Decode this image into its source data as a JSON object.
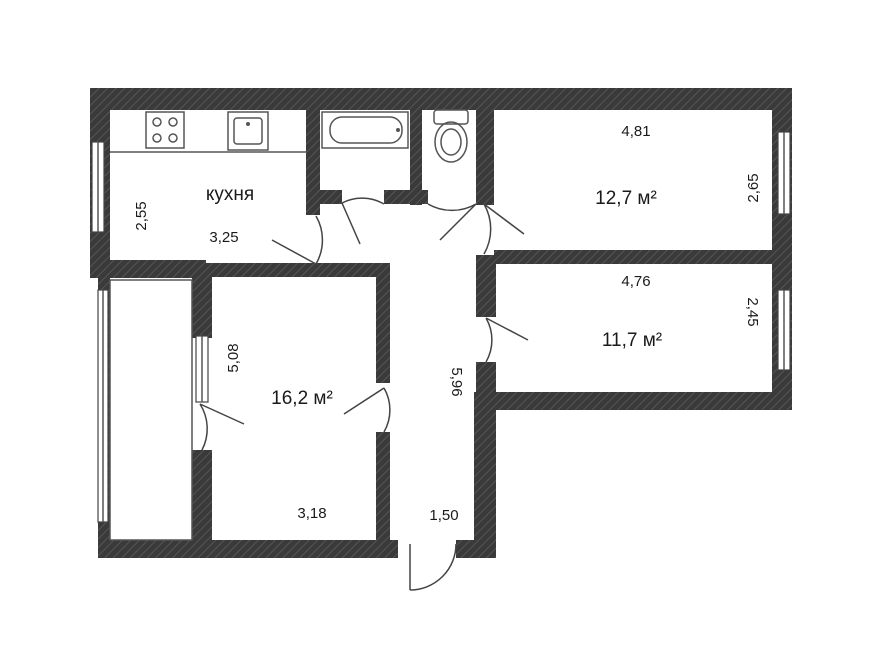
{
  "rooms": {
    "kitchen": {
      "name": "кухня",
      "width": "3,25",
      "height": "2,55"
    },
    "room1": {
      "area": "12,7 м²",
      "width": "4,81",
      "height": "2,65"
    },
    "room2": {
      "area": "11,7 м²",
      "width": "4,76",
      "height": "2,45"
    },
    "room3": {
      "area": "16,2 м²",
      "width": "3,18",
      "height": "5,08"
    },
    "hallway": {
      "length": "5,96",
      "width": "1,50"
    }
  },
  "colors": {
    "wall": "#3a3a3a",
    "background": "#ffffff"
  }
}
